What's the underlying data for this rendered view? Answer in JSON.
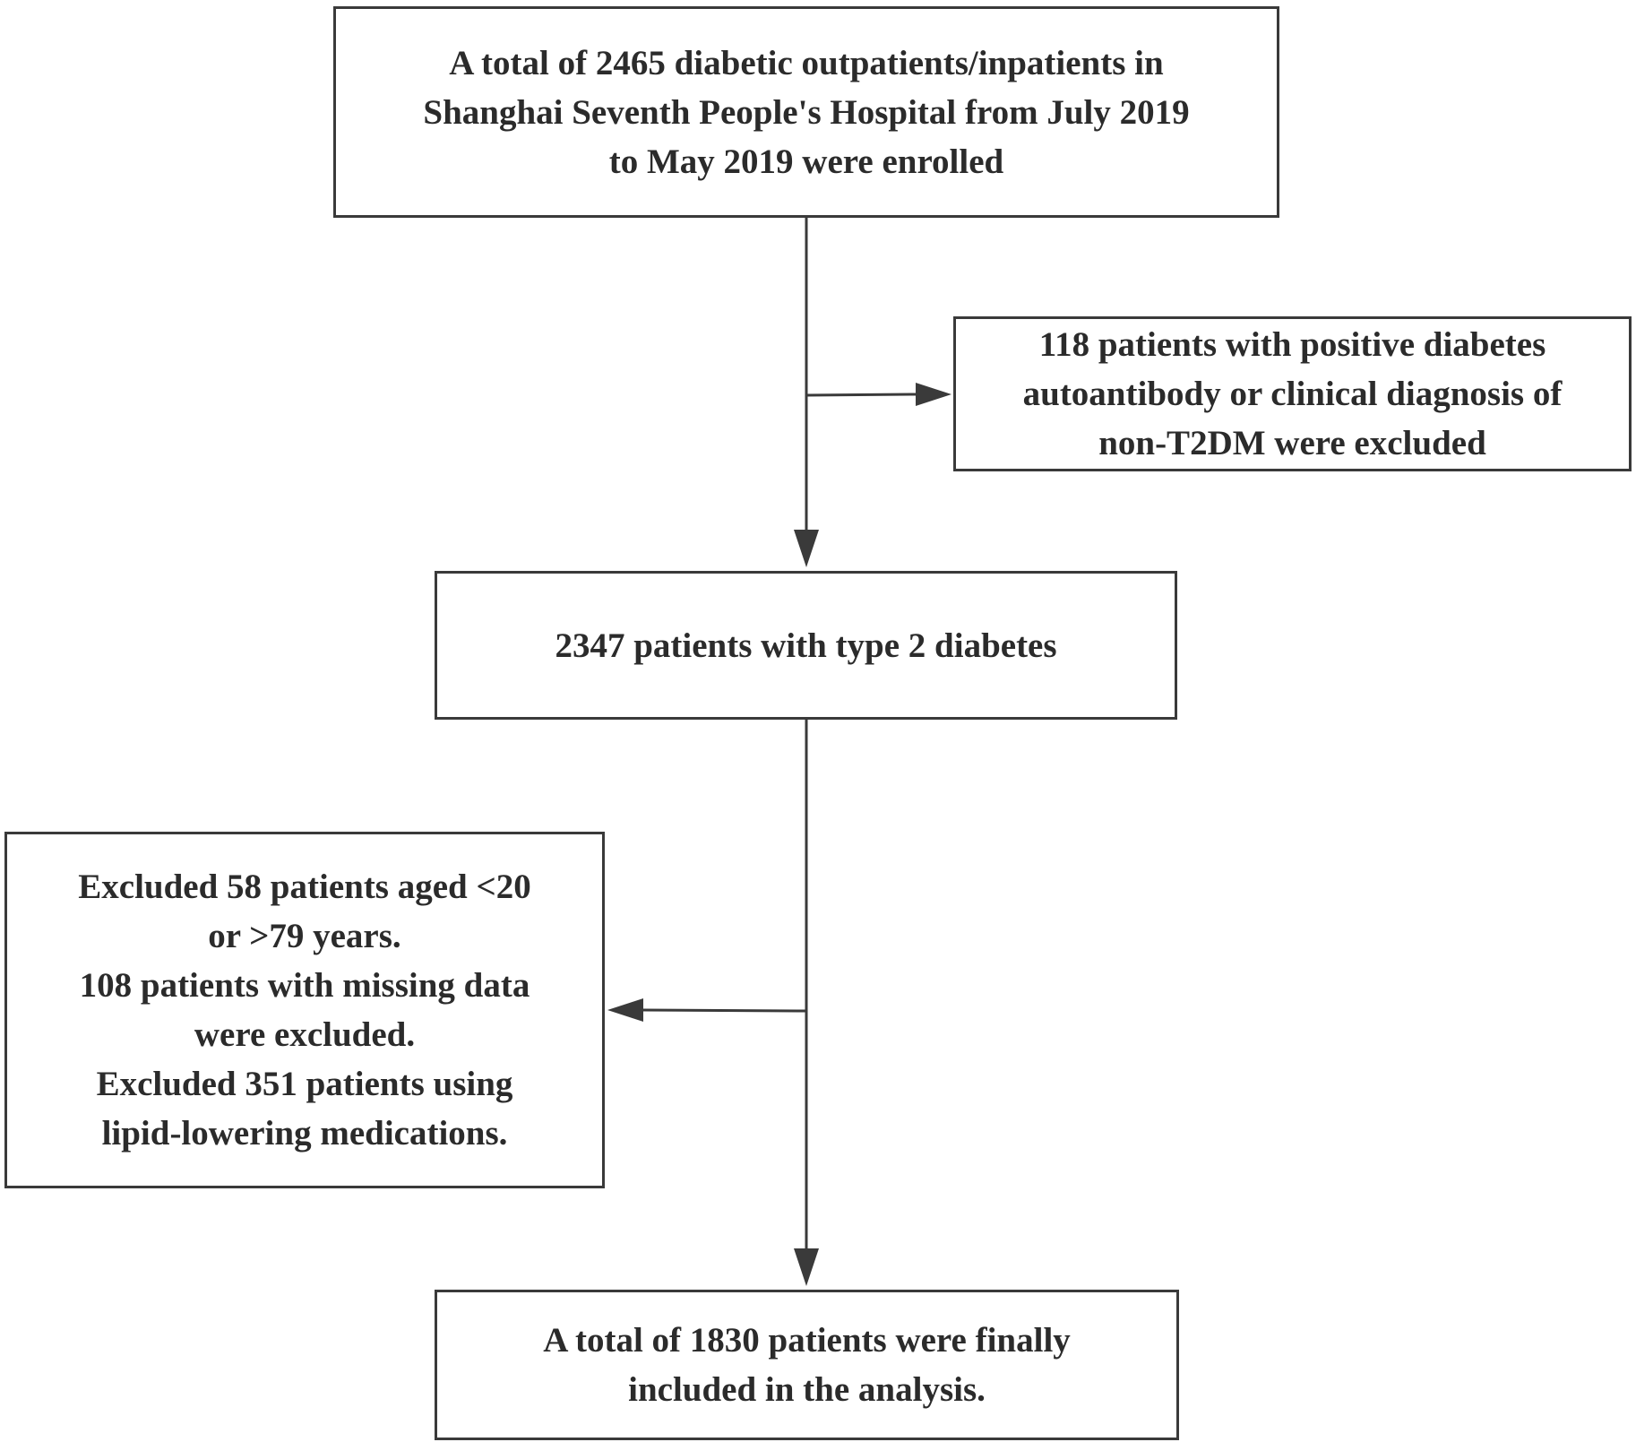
{
  "boxes": {
    "enrolled": {
      "lines": [
        "A total of 2465 diabetic outpatients/inpatients in",
        "Shanghai Seventh People's Hospital from July 2019",
        "to May 2019 were enrolled"
      ]
    },
    "excluded_non_t2dm": {
      "lines": [
        "118 patients with positive diabetes",
        "autoantibody or clinical diagnosis of",
        "non-T2DM were excluded"
      ]
    },
    "type2": {
      "lines": [
        "2347 patients with type 2 diabetes"
      ]
    },
    "excluded_other": {
      "lines": [
        "Excluded 58 patients aged <20",
        "or >79 years.",
        "108 patients with missing data",
        "were excluded.",
        "Excluded 351 patients using",
        "lipid-lowering medications."
      ]
    },
    "final": {
      "lines": [
        "A total of 1830 patients were finally",
        "included in the analysis."
      ]
    }
  },
  "colors": {
    "border": "#3a3a3a",
    "text": "#2b2b2b",
    "connector": "#3a3a3a",
    "background": "#ffffff"
  }
}
